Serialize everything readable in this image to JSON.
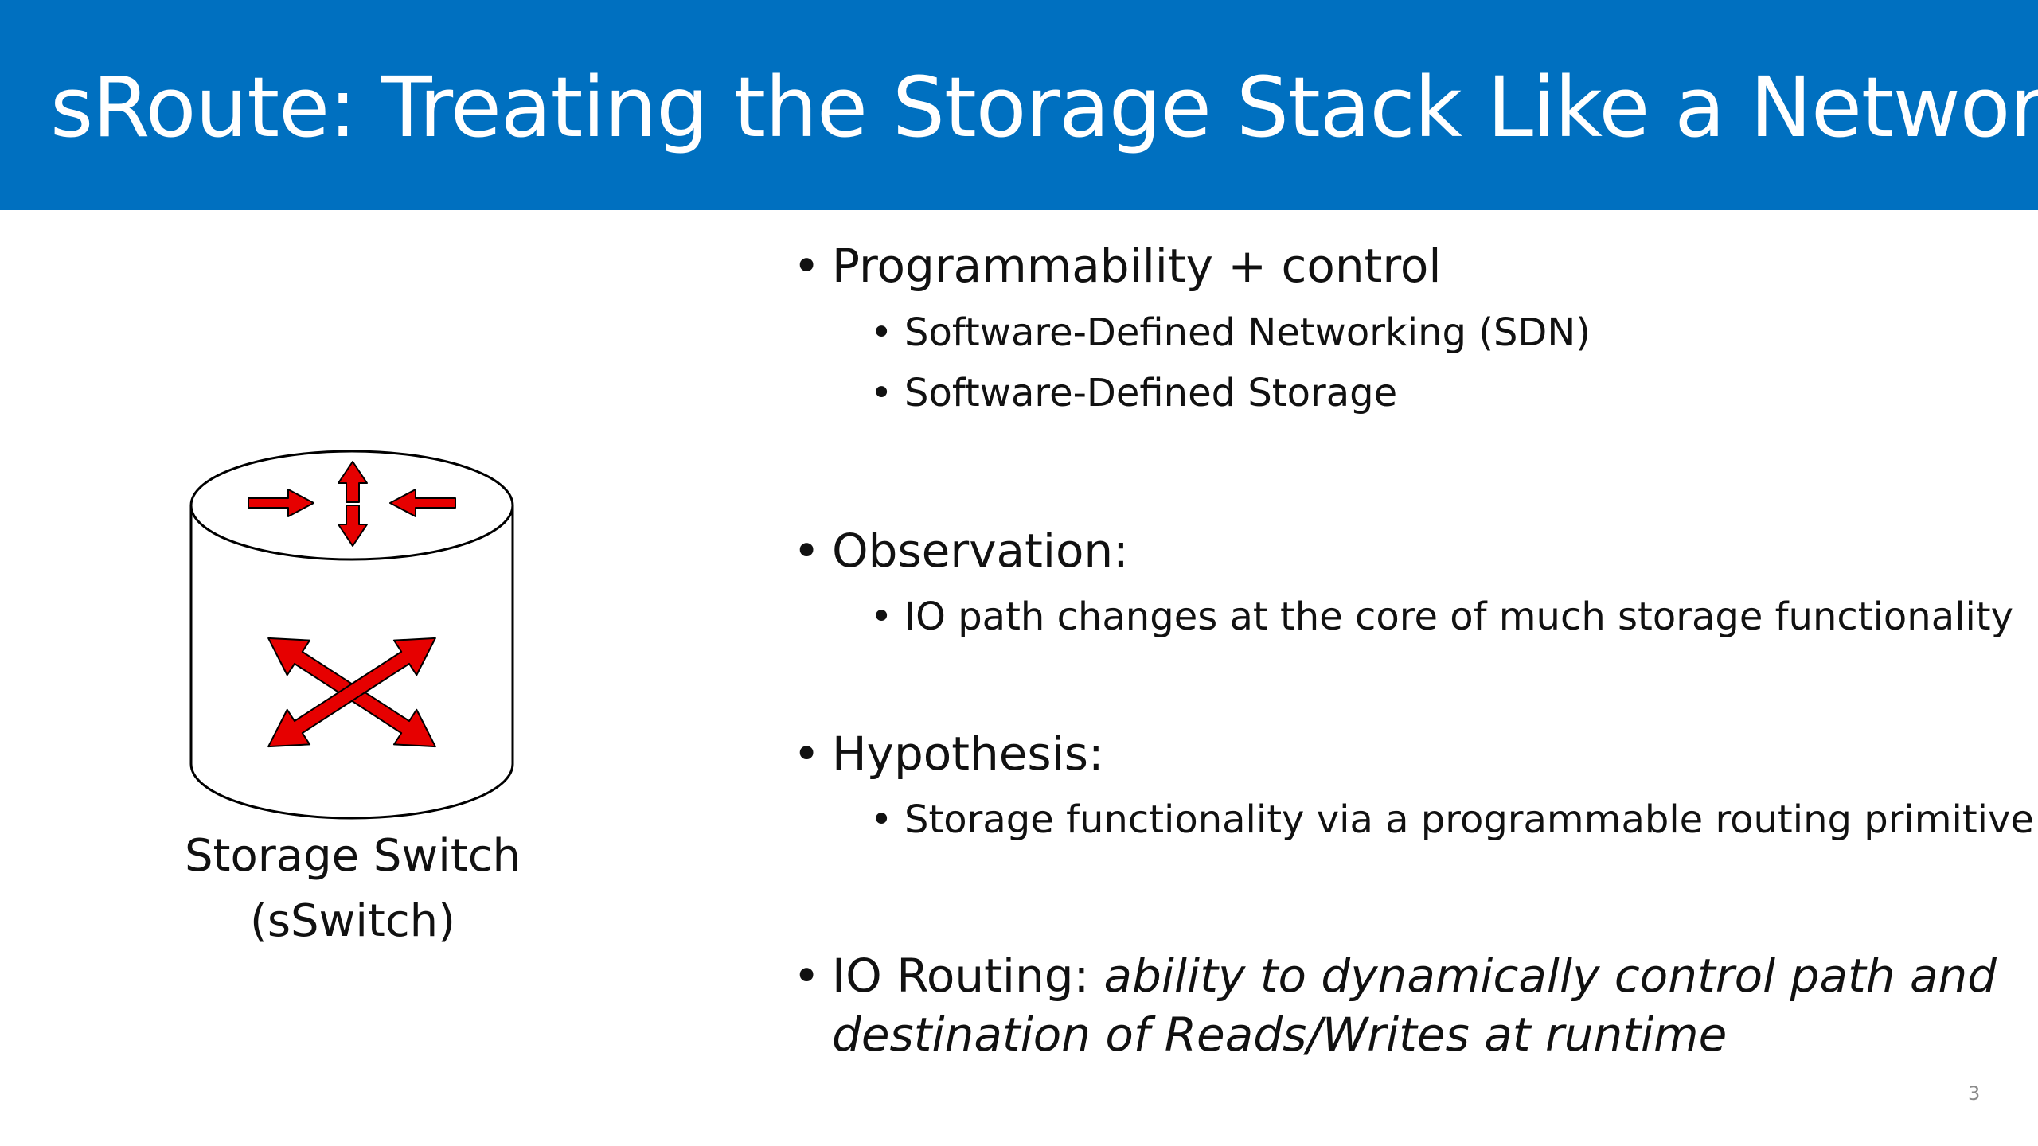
{
  "slide": {
    "title": "sRoute: Treating the Storage Stack Like a Network",
    "header_color": "#0070c0",
    "page_number": "3"
  },
  "icon": {
    "name": "storage-switch-icon",
    "arrow_color": "#e60000",
    "caption_line1": "Storage Switch",
    "caption_line2": "(sSwitch)"
  },
  "bullets": {
    "b1": "Programmability + control",
    "b1_sub1": "Software-Defined Networking (SDN)",
    "b1_sub2": "Software-Defined Storage",
    "b2": "Observation:",
    "b2_sub1": "IO path changes at the core of much storage functionality",
    "b3": "Hypothesis:",
    "b3_sub1": "Storage functionality via a programmable routing primitive",
    "b4_lead": "IO Routing: ",
    "b4_italic_line1": "ability to dynamically control path and",
    "b4_italic_line2": "destination of Reads/Writes at runtime"
  }
}
